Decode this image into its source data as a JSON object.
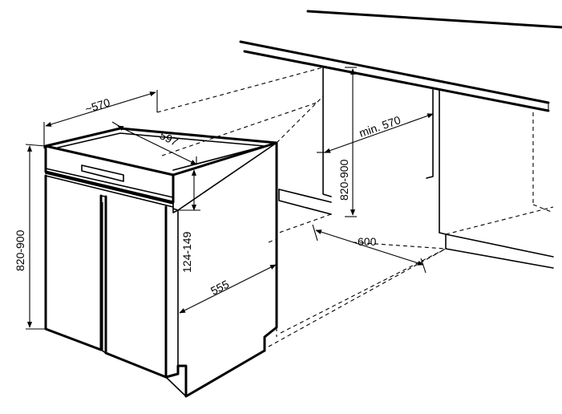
{
  "labels": {
    "depth_top": "~570",
    "width": "597",
    "height_left": "820-900",
    "panel_height": "124-149",
    "depth_side": "555",
    "niche_depth": "min. 570",
    "niche_height": "820-900",
    "niche_width": "600"
  }
}
